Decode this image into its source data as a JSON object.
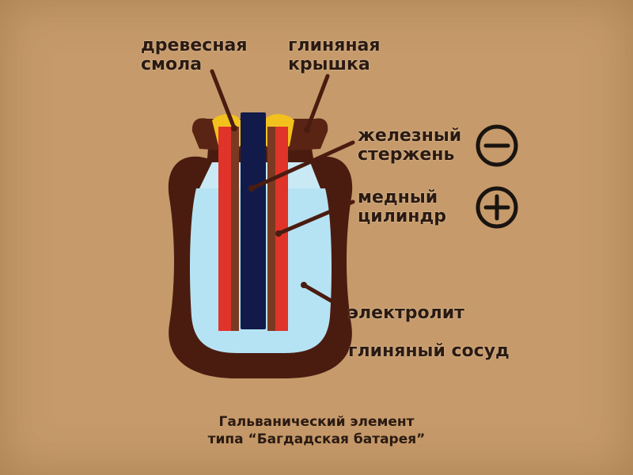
{
  "labels": {
    "wood_resin": [
      "древесная",
      "смола"
    ],
    "clay_lid": [
      "глиняная",
      "крышка"
    ],
    "iron_rod": [
      "железный",
      "стержень"
    ],
    "copper_cylinder": [
      "медный",
      "цилиндр"
    ],
    "electrolyte": "электролит",
    "clay_vessel": "глиняный сосуд"
  },
  "caption": {
    "line1": "Гальванический элемент",
    "line2": "типа “Багдадская батарея”"
  },
  "symbols": {
    "minus_icon": "minus-icon",
    "plus_icon": "plus-icon"
  },
  "colors": {
    "background": "#c69a6a",
    "vessel": "#4a1c10",
    "electrolyte": "#b6e3f3",
    "iron_rod": "#121a4a",
    "copper": "#e0332a",
    "copper_inner": "#7a3a22",
    "resin": "#f2c11e",
    "pointer": "#4a1c10"
  }
}
